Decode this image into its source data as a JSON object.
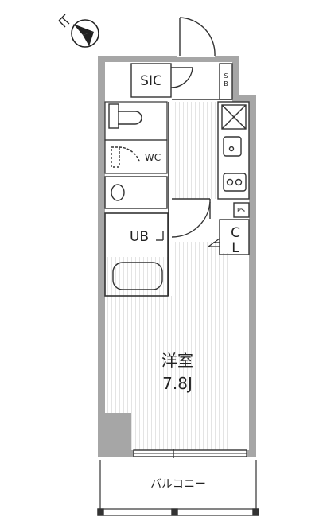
{
  "rooms": {
    "sic": "SIC",
    "wc": "WC",
    "ub": "UB",
    "cl_c": "C",
    "cl_l": "L",
    "ps": "PS",
    "sb_s": "S",
    "sb_b": "B",
    "main_room": "洋室",
    "main_size": "7.8J",
    "balcony": "バルコニー"
  },
  "icons": {
    "compass": "north-arrow-icon"
  },
  "colors": {
    "wall": "#a6a6a6",
    "line": "#333333",
    "floor_stripe": "#e4e4e4",
    "background": "#ffffff"
  }
}
